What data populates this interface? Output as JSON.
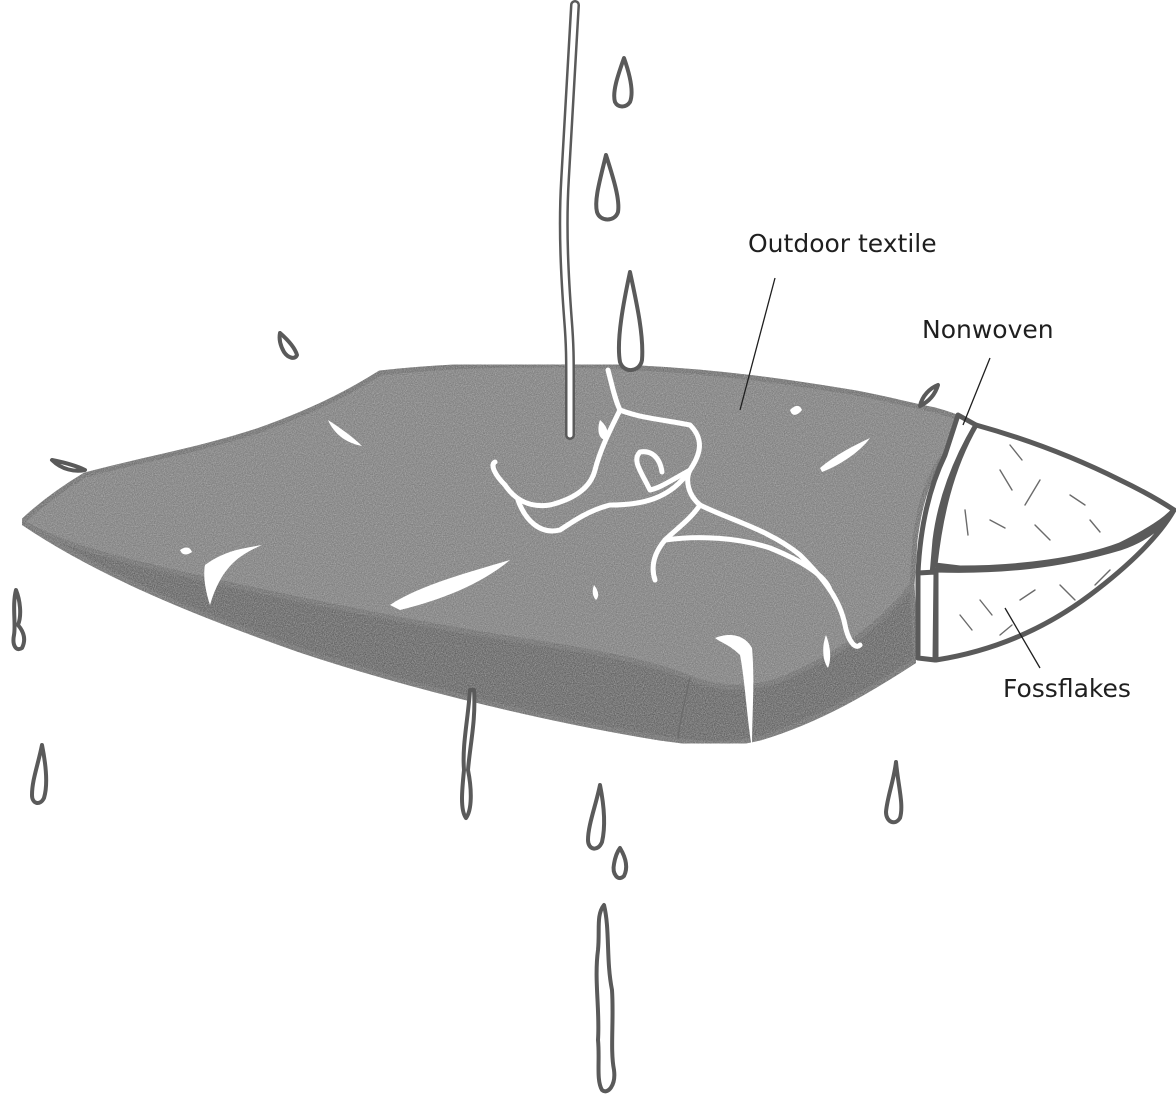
{
  "labels": {
    "outdoor_textile": "Outdoor textile",
    "nonwoven": "Nonwoven",
    "fossflakes": "Fossflakes"
  },
  "colors": {
    "fabric_top": "#6f6f6f",
    "fabric_side": "#4a4a4a",
    "outline": "#5a5a5a",
    "fill_white": "#ffffff",
    "text": "#1f1f1f"
  }
}
